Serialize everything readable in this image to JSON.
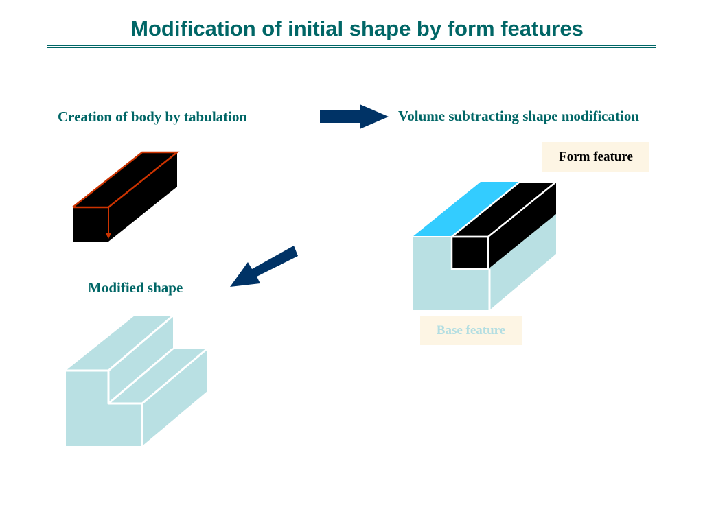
{
  "title": "Modification of initial shape by form features",
  "labels": {
    "creation": "Creation of body by tabulation",
    "volume": "Volume subtracting shape modification",
    "form_feature": "Form feature",
    "base_feature": "Base feature",
    "modified": "Modified shape"
  },
  "colors": {
    "title": "#006666",
    "arrow": "#003366",
    "base_solid": "#b9e0e3",
    "top_highlight": "#33ccff",
    "feature_solid": "#000000",
    "tabulation_edge": "#cc3300",
    "label_box": "#fdf5e4"
  }
}
